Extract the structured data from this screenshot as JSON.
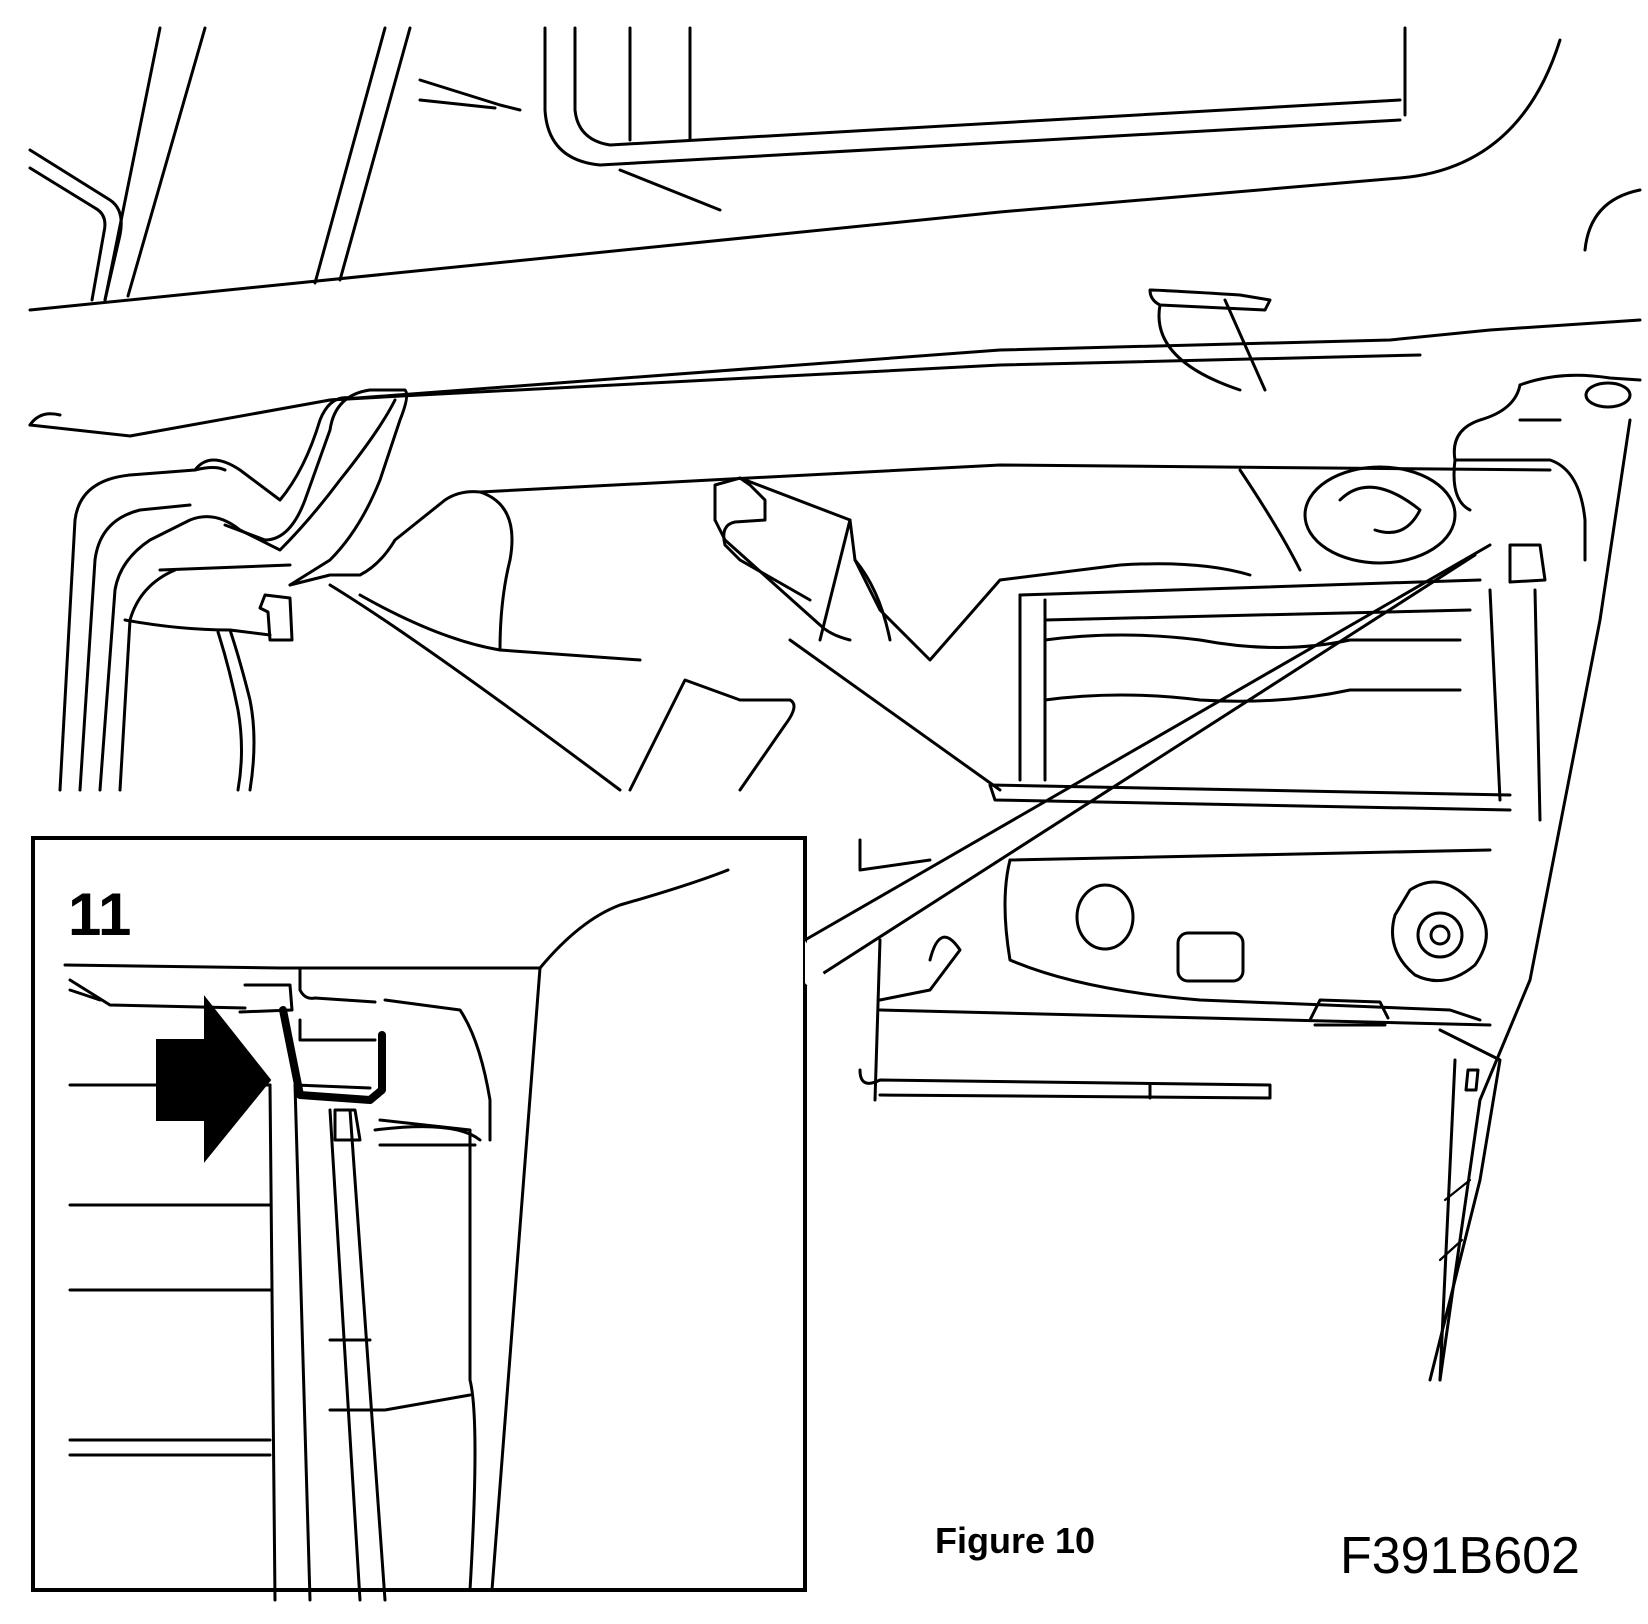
{
  "inset": {
    "label": "11"
  },
  "caption": "Figure 10",
  "figure_code": "F391B602",
  "icons": {
    "pointer": "arrow-right-icon"
  }
}
